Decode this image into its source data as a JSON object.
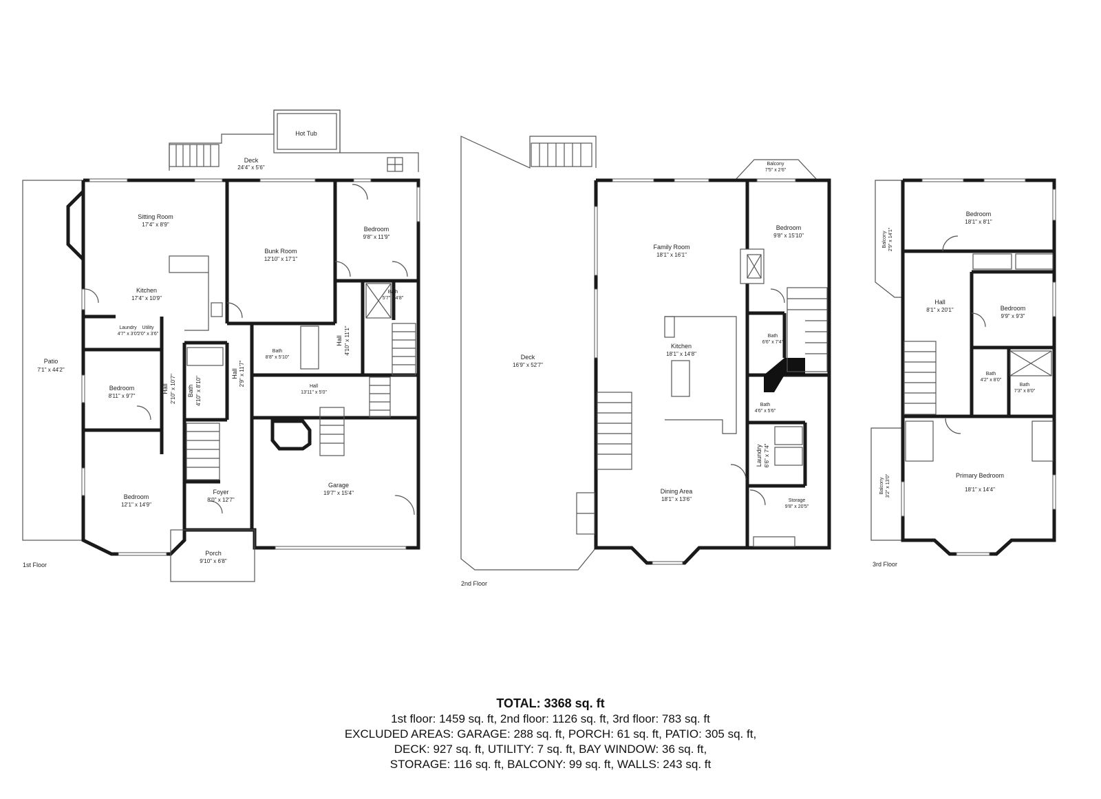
{
  "floors": [
    {
      "id": "f1",
      "label": "1st Floor"
    },
    {
      "id": "f2",
      "label": "2nd Floor"
    },
    {
      "id": "f3",
      "label": "3rd Floor"
    }
  ],
  "rooms": {
    "hot_tub": {
      "name": "Hot Tub",
      "dim": ""
    },
    "deck1": {
      "name": "Deck",
      "dim": "24'4\" x 5'6\""
    },
    "patio": {
      "name": "Patio",
      "dim": "7'1\" x 44'2\""
    },
    "sitting": {
      "name": "Sitting Room",
      "dim": "17'4\" x 8'9\""
    },
    "kitchen1": {
      "name": "Kitchen",
      "dim": "17'4\" x 10'9\""
    },
    "laundry1": {
      "name": "Laundry",
      "dim": "4'7\" x 3'0\""
    },
    "utility": {
      "name": "Utility",
      "dim": "2'0\" x 3'6\""
    },
    "bunk": {
      "name": "Bunk Room",
      "dim": "12'10\" x 17'1\""
    },
    "bedroom1a": {
      "name": "Bedroom",
      "dim": "9'8\" x 11'9\""
    },
    "bath1a": {
      "name": "Bath",
      "dim": "5'7\" x 4'8\""
    },
    "hall1a": {
      "name": "Hall",
      "dim": "4'10\" x 11'1\""
    },
    "bath1b": {
      "name": "Bath",
      "dim": "8'8\" x 5'10\""
    },
    "hall1b": {
      "name": "Hall",
      "dim": "2'9\" x 11'7\""
    },
    "bath1c": {
      "name": "Bath",
      "dim": "4'10\" x 8'10\""
    },
    "hall1c": {
      "name": "Hall",
      "dim": "2'10\" x 10'7\""
    },
    "bedroom1b": {
      "name": "Bedroom",
      "dim": "8'11\" x 9'7\""
    },
    "hall1d": {
      "name": "Hall",
      "dim": "13'11\" x 5'0\""
    },
    "bedroom1c": {
      "name": "Bedroom",
      "dim": "12'1\" x 14'9\""
    },
    "foyer": {
      "name": "Foyer",
      "dim": "8'0\" x 12'7\""
    },
    "garage": {
      "name": "Garage",
      "dim": "19'7\" x 15'4\""
    },
    "porch": {
      "name": "Porch",
      "dim": "9'10\" x 6'8\""
    },
    "deck2": {
      "name": "Deck",
      "dim": "16'9\" x 52'7\""
    },
    "balcony2": {
      "name": "Balcony",
      "dim": "7'5\" x 2'6\""
    },
    "family": {
      "name": "Family Room",
      "dim": "18'1\" x 16'1\""
    },
    "bedroom2": {
      "name": "Bedroom",
      "dim": "9'8\" x 15'10\""
    },
    "kitchen2": {
      "name": "Kitchen",
      "dim": "18'1\" x 14'8\""
    },
    "bath2a": {
      "name": "Bath",
      "dim": "6'6\" x 7'4\""
    },
    "bath2b": {
      "name": "Bath",
      "dim": "4'6\" x 5'6\""
    },
    "laundry2": {
      "name": "Laundry",
      "dim": "6'6\" x 7'4\""
    },
    "dining": {
      "name": "Dining Area",
      "dim": "18'1\" x 13'6\""
    },
    "storage": {
      "name": "Storage",
      "dim": "9'8\" x 20'5\""
    },
    "bedroom3a": {
      "name": "Bedroom",
      "dim": "18'1\" x 8'1\""
    },
    "balcony3a": {
      "name": "Balcony",
      "dim": "2'9\" x 14'1\""
    },
    "hall3": {
      "name": "Hall",
      "dim": "8'1\" x 20'1\""
    },
    "bedroom3b": {
      "name": "Bedroom",
      "dim": "9'9\" x 9'3\""
    },
    "bath3a": {
      "name": "Bath",
      "dim": "4'2\" x 8'0\""
    },
    "bath3b": {
      "name": "Bath",
      "dim": "7'3\" x 8'0\""
    },
    "balcony3b": {
      "name": "Balcony",
      "dim": "3'2\" x 13'0\""
    },
    "primary": {
      "name": "Primary Bedroom",
      "dim": "18'1\" x 14'4\""
    }
  },
  "summary": {
    "total": "TOTAL: 3368 sq. ft",
    "line1": "1st floor: 1459 sq. ft, 2nd floor: 1126 sq. ft, 3rd floor: 783 sq. ft",
    "line2": "EXCLUDED AREAS: GARAGE: 288 sq. ft, PORCH: 61 sq. ft, PATIO: 305 sq. ft,",
    "line3": "DECK: 927 sq. ft, UTILITY: 7 sq. ft, BAY WINDOW: 36 sq. ft,",
    "line4": "STORAGE: 116 sq. ft, BALCONY: 99 sq. ft, WALLS: 243 sq. ft"
  }
}
